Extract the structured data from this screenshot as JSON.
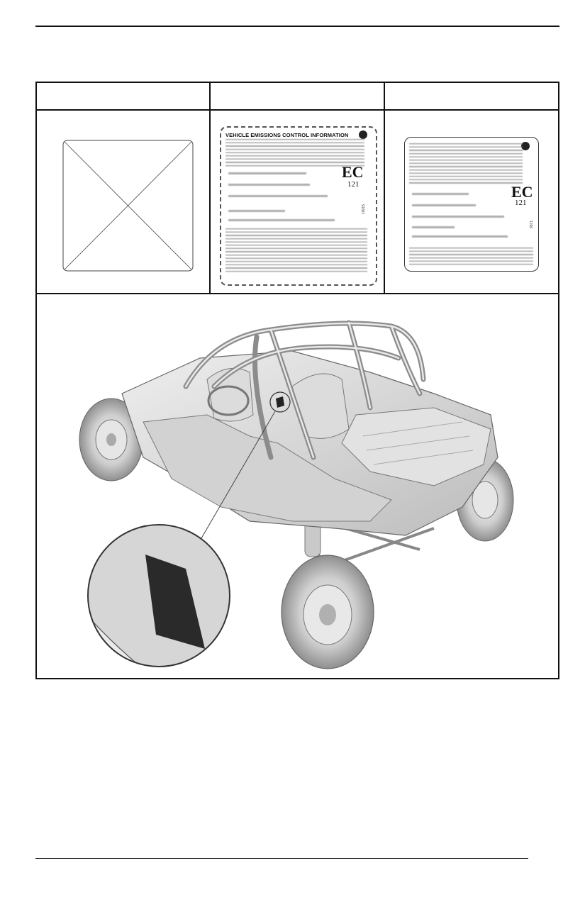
{
  "table": {
    "headers": [
      "",
      "",
      ""
    ]
  },
  "label_a": {
    "title": "VEHICLE EMISSIONS CONTROL INFORMATION",
    "ec_mark": "EC",
    "ec_number": "121",
    "code": "10015"
  },
  "label_b": {
    "ec_mark": "EC",
    "ec_number": "121",
    "code": "9571"
  },
  "colors": {
    "rule": "#111111",
    "label_dark": "#222222",
    "vehicle_body": "#d9d9d9",
    "vehicle_shadow": "#9a9a9a"
  }
}
